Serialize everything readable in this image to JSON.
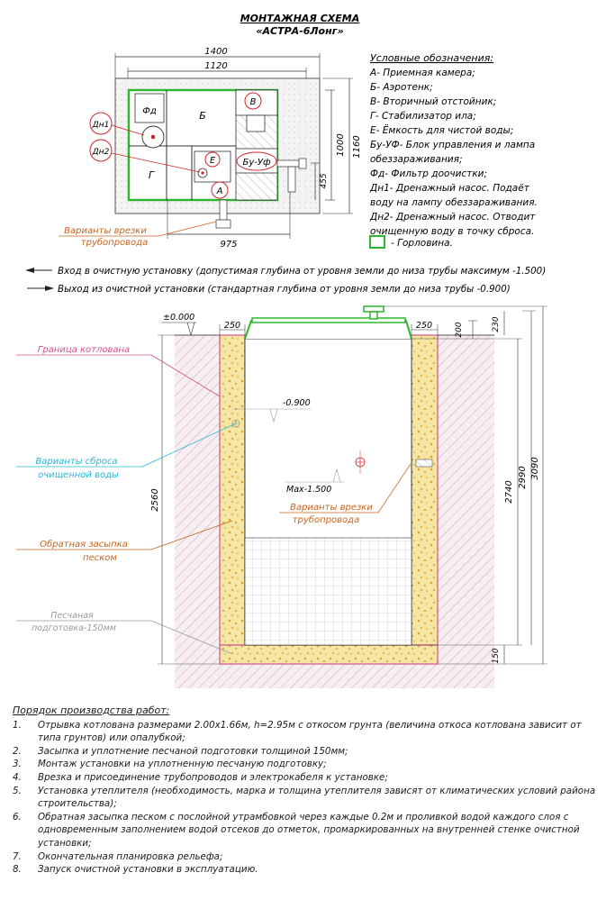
{
  "title": {
    "line1": "МОНТАЖНАЯ СХЕМА",
    "line2": "«АСТРА-6Лонг»"
  },
  "plan": {
    "dims": {
      "top_outer": "1400",
      "top_inner": "1120",
      "bottom": "975",
      "right_inner": "1000",
      "right_outer": "1160",
      "right_small": "455"
    },
    "chambers": {
      "a": "А",
      "b": "Б",
      "v": "В",
      "g": "Г",
      "e": "Е",
      "fd": "Фд",
      "bu": "Бу-Уф"
    },
    "pumps": {
      "dn1": "Дн1",
      "dn2": "Дн2"
    },
    "pipe_variants": [
      "Варианты врезки",
      "трубопровода"
    ]
  },
  "legend": {
    "title": "Условные обозначения:",
    "items": [
      "А- Приемная камера;",
      "Б- Аэротенк;",
      "В- Вторичный отстойник;",
      "Г- Стабилизатор ила;",
      "Е- Ёмкость для чистой воды;",
      "Бу-УФ- Блок управления и лампа",
      "обеззараживания;",
      "Фд- Фильтр доочистки;",
      "Дн1- Дренажный насос. Подаёт",
      "воду на лампу обеззараживания.",
      "Дн2- Дренажный насос. Отводит",
      "очищенную воду в точку сброса."
    ],
    "neck_label": "- Горловина."
  },
  "arrows": {
    "inlet": "Вход в очистную установку (допустимая глубина от уровня земли до низа трубы максимум -1.500)",
    "outlet": "Выход из очистной установки (стандартная глубина от уровня земли до низа трубы -0.900)"
  },
  "section": {
    "level_zero": "±0.000",
    "dim_250_left": "250",
    "dim_250_right": "250",
    "dim_200": "200",
    "dim_230": "230",
    "dim_150": "150",
    "level_0900": "-0.900",
    "level_max": "Max-1.500",
    "height_left": "2560",
    "height_inner": "2740",
    "height_mid": "2990",
    "height_outer": "3090",
    "labels": {
      "pit_border": "Граница котлована",
      "discharge": [
        "Варианты сброса",
        "очищенной воды"
      ],
      "backfill": [
        "Обратная засыпка",
        "песком"
      ],
      "sand_bed": [
        "Песчаная",
        "подготовка-150мм"
      ],
      "pipe_variants": [
        "Варианты врезки",
        "трубопровода"
      ]
    }
  },
  "procedure": {
    "title": "Порядок производства работ:",
    "steps": [
      {
        "n": "1.",
        "text": "Отрывка котлована размерами 2.00х1.66м, h=2.95м с откосом грунта (величина откоса котлована зависит от типа грунтов) или опалубкой;"
      },
      {
        "n": "2.",
        "text": "Засыпка и уплотнение песчаной подготовки толщиной 150мм;"
      },
      {
        "n": "3.",
        "text": "Монтаж установки на уплотненную песчаную подготовку;"
      },
      {
        "n": "4.",
        "text": "Врезка и присоединение трубопроводов и электрокабеля к установке;"
      },
      {
        "n": "5.",
        "text": "Установка утеплителя (необходимость, марка и толщина утеплителя зависят от климатических условий района строительства);"
      },
      {
        "n": "6.",
        "text": "Обратная засыпка песком с послойной утрамбовкой через каждые 0.2м и проливкой водой каждого слоя с одновременным заполнением водой отсеков до отметок, промаркированных на внутренней стенке очистной установки;"
      },
      {
        "n": "7.",
        "text": "Окончательная планировка рельефа;"
      },
      {
        "n": "8.",
        "text": "Запуск очистной установки в эксплуатацию."
      }
    ]
  },
  "colors": {
    "green": "#2fb52f",
    "pink": "#d0558f",
    "orange": "#c8641e",
    "cyan": "#29b6d8",
    "sand": "#f3e39a",
    "hatch": "#d8b8c8",
    "grey": "#999999"
  }
}
